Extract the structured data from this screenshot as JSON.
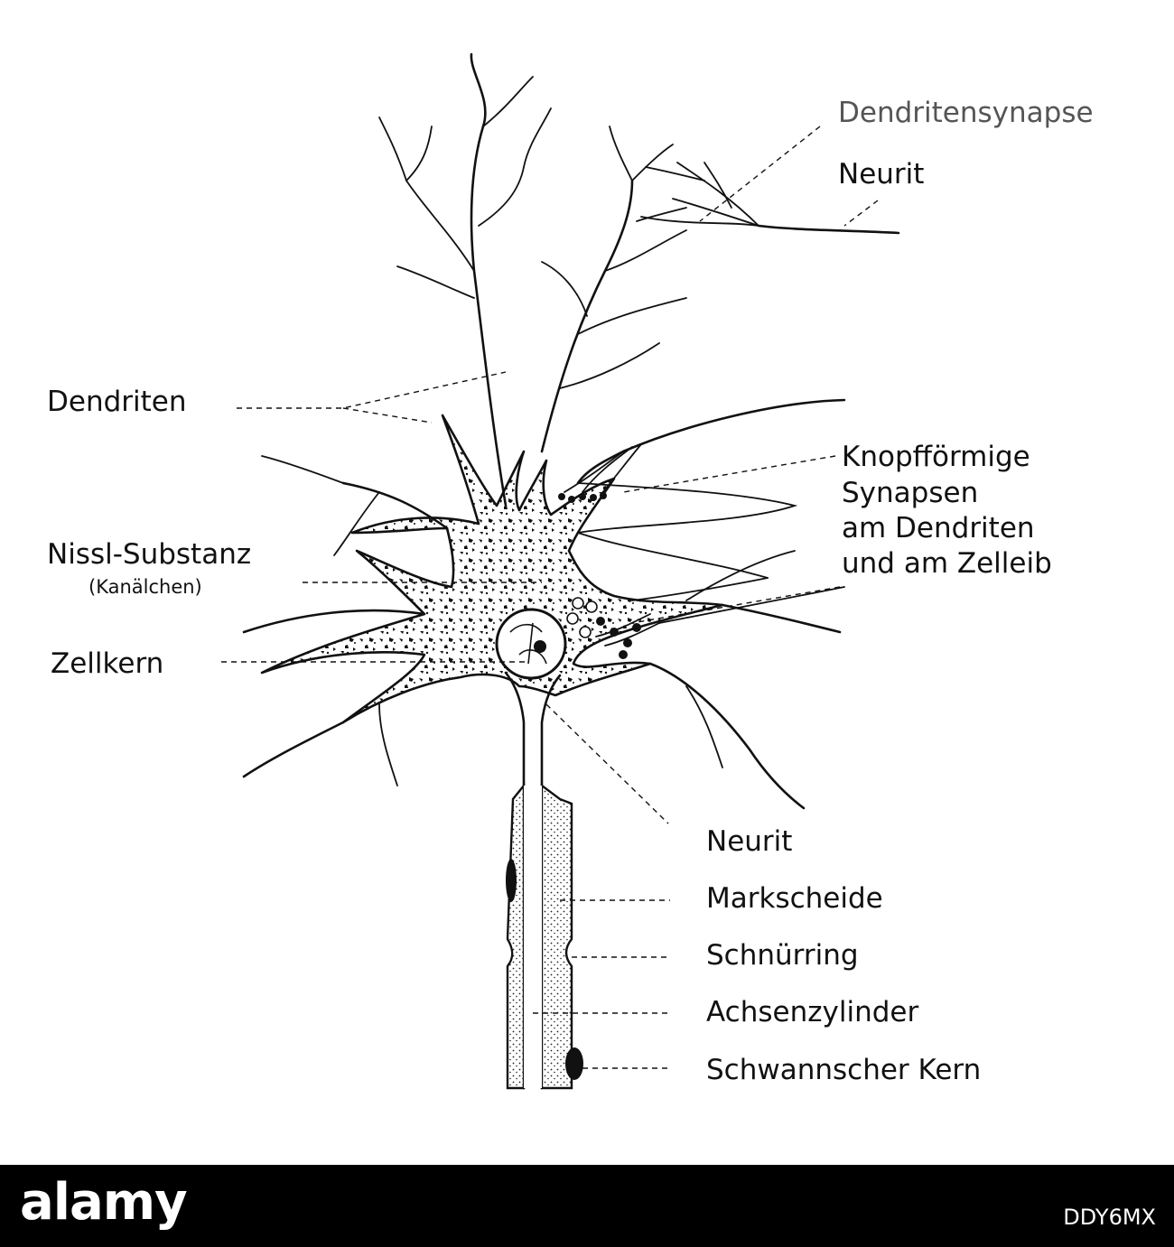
{
  "labels": {
    "dendritensynapse": "Dendritensynapse",
    "neurit_top": "Neurit",
    "dendriten": "Dendriten",
    "knopf_1": "Knopfförmige",
    "knopf_2": "Synapsen",
    "knopf_3": "am Dendriten",
    "knopf_4": "und am Zelleib",
    "nissl": "Nissl-Substanz",
    "nissl_sub": "(Kanälchen)",
    "zellkern": "Zellkern",
    "neurit": "Neurit",
    "markscheide": "Markscheide",
    "schnuerring": "Schnürring",
    "achsenzylinder": "Achsenzylinder",
    "schwann": "Schwannscher Kern"
  },
  "footer": {
    "watermark": "alamy",
    "image_id": "DDY6MX"
  },
  "colors": {
    "ink": "#111111",
    "background": "#ffffff",
    "footer": "#000000"
  }
}
